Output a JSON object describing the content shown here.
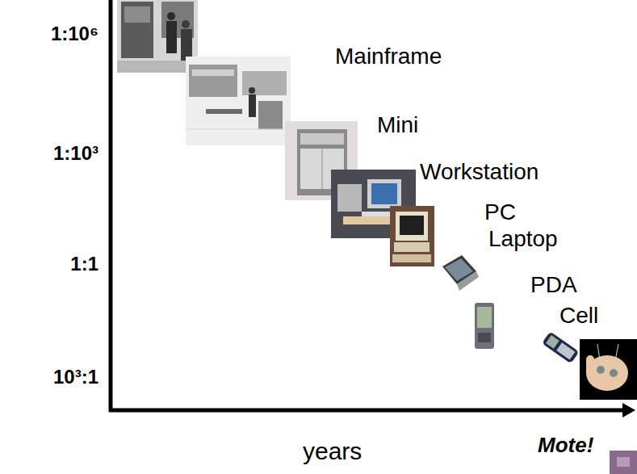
{
  "diagram": {
    "labels": [
      "1:10⁶",
      "Mainframe",
      "1:10³",
      "Mini",
      "Workstation",
      "PC",
      "Laptop",
      "1:1",
      "PDA",
      "Cell",
      "10³:1",
      "years",
      "Mote!"
    ]
  }
}
